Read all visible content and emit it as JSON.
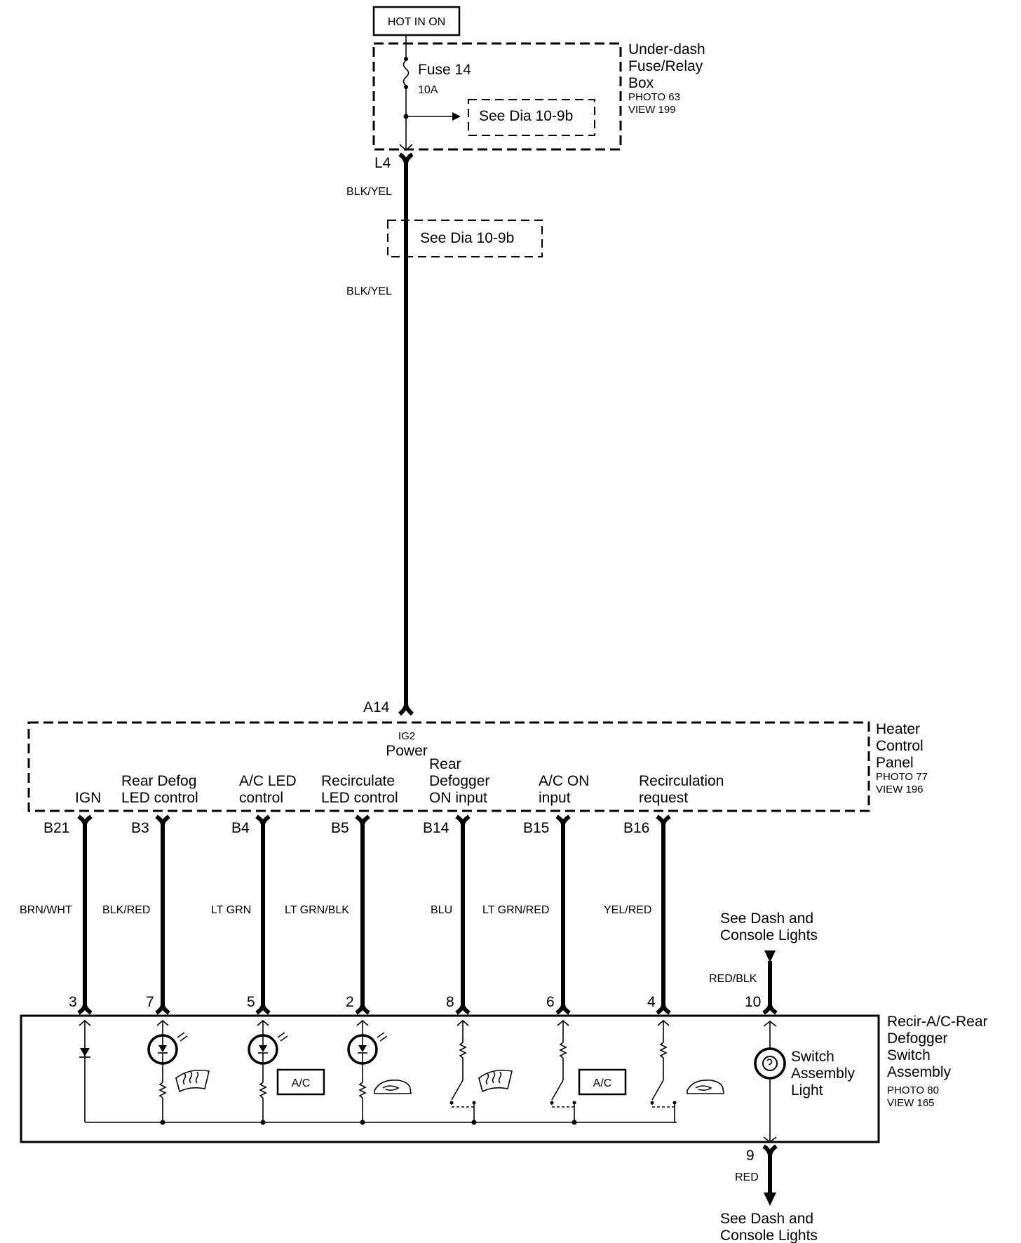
{
  "power_source": {
    "label": "HOT IN ON"
  },
  "fuse_box": {
    "title": [
      "Under-dash",
      "Fuse/Relay",
      "Box"
    ],
    "photo": "PHOTO 63",
    "view": "VIEW 199",
    "fuse_name": "Fuse 14",
    "fuse_rating": "10A",
    "see_dia_1": "See Dia 10-9b",
    "connector": "L4"
  },
  "main_wire": {
    "color_1": "BLK/YEL",
    "see_dia_2": "See Dia 10-9b",
    "color_2": "BLK/YEL",
    "terminal": "A14"
  },
  "heater_panel": {
    "title": [
      "Heater",
      "Control",
      "Panel"
    ],
    "photo": "PHOTO 77",
    "view": "VIEW 196",
    "ig2": "IG2",
    "power": "Power",
    "functions": [
      {
        "lines": [
          "IGN"
        ],
        "pin": "B21",
        "wire": "BRN/WHT",
        "switch_pin": "3"
      },
      {
        "lines": [
          "Rear Defog",
          "LED control"
        ],
        "pin": "B3",
        "wire": "BLK/RED",
        "switch_pin": "7"
      },
      {
        "lines": [
          "A/C LED",
          "control"
        ],
        "pin": "B4",
        "wire": "LT GRN",
        "switch_pin": "5"
      },
      {
        "lines": [
          "Recirculate",
          "LED control"
        ],
        "pin": "B5",
        "wire": "LT GRN/BLK",
        "switch_pin": "2"
      },
      {
        "lines": [
          "Rear",
          "Defogger",
          "ON input"
        ],
        "pin": "B14",
        "wire": "BLU",
        "switch_pin": "8"
      },
      {
        "lines": [
          "A/C ON",
          "input"
        ],
        "pin": "B15",
        "wire": "LT GRN/RED",
        "switch_pin": "6"
      },
      {
        "lines": [
          "Recirculation",
          "request"
        ],
        "pin": "B16",
        "wire": "YEL/RED",
        "switch_pin": "4"
      }
    ]
  },
  "dash_lights_top": {
    "lines": [
      "See Dash and",
      "Console Lights"
    ],
    "wire": "RED/BLK",
    "pin": "10"
  },
  "switch_assembly": {
    "title": [
      "Recir-A/C-Rear",
      "Defogger",
      "Switch",
      "Assembly"
    ],
    "photo": "PHOTO 80",
    "view": "VIEW 165",
    "light_label": [
      "Switch",
      "Assembly",
      "Light"
    ],
    "ac_label_1": "A/C",
    "ac_label_2": "A/C"
  },
  "dash_lights_bottom": {
    "pin": "9",
    "wire": "RED",
    "lines": [
      "See Dash and",
      "Console Lights"
    ]
  }
}
